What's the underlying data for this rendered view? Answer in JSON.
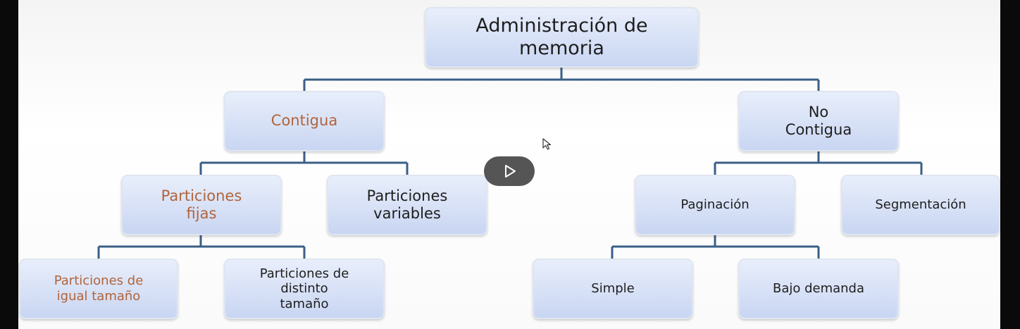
{
  "diagram": {
    "root": "Administración de\nmemoria",
    "contigua": "Contigua",
    "no_contigua": "No\nContigua",
    "particiones_fijas": "Particiones\nfijas",
    "particiones_variables": "Particiones\nvariables",
    "igual_tamano": "Particiones de\nigual tamaño",
    "distinto_tamano": "Particiones de\ndistinto\ntamaño",
    "paginacion": "Paginación",
    "segmentacion": "Segmentación",
    "simple": "Simple",
    "bajo_demanda": "Bajo demanda"
  },
  "colors": {
    "connector": "#3a5f87",
    "accent_text": "#b1643b",
    "node_fill": "#c9d6f2"
  },
  "icons": {
    "play": "play-icon",
    "cursor": "mouse-pointer-icon"
  }
}
